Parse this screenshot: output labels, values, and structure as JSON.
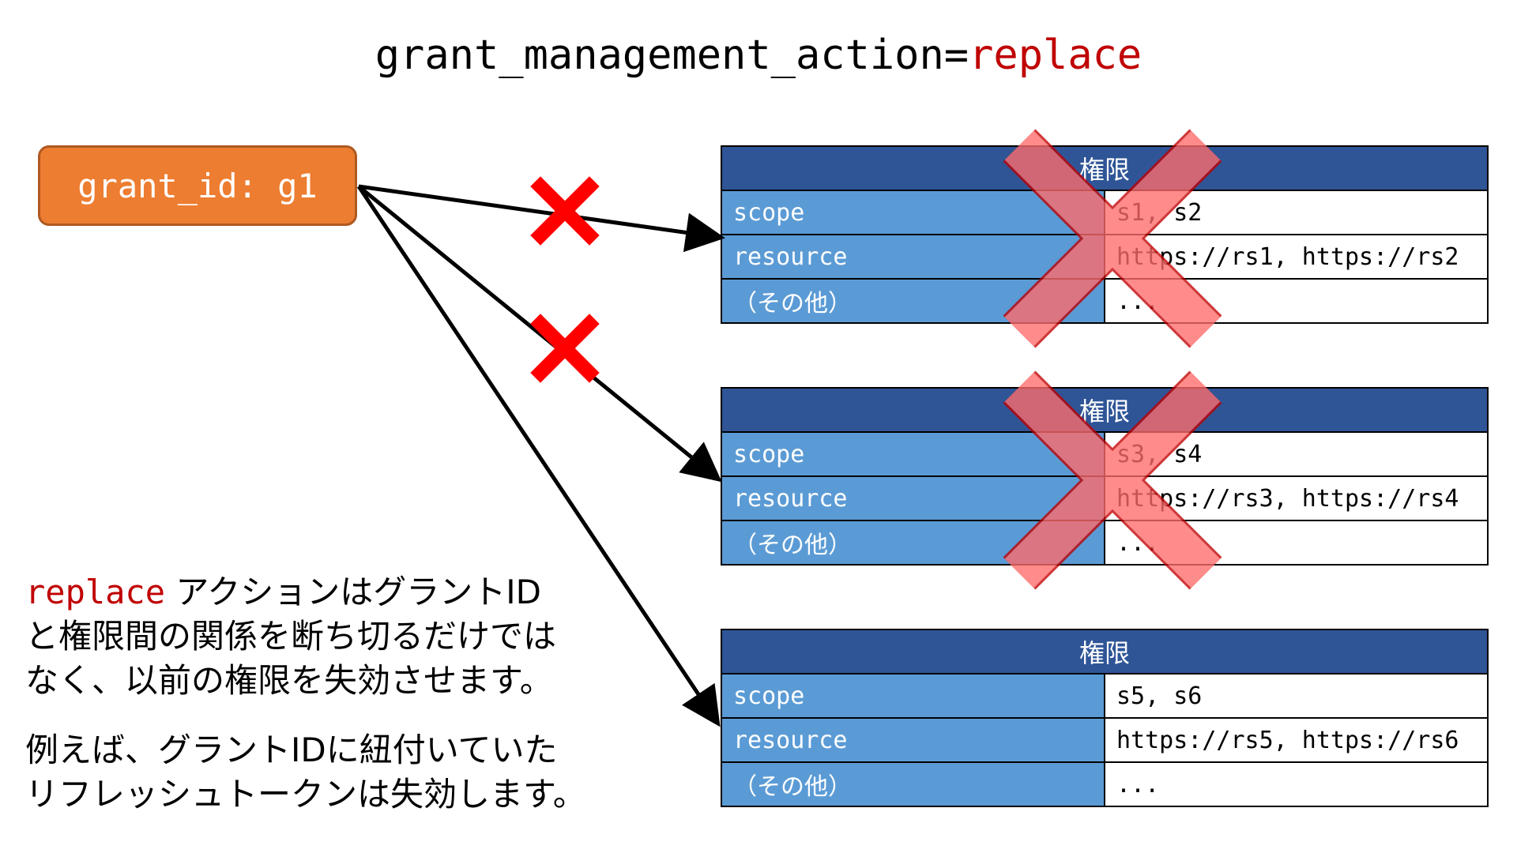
{
  "title": {
    "prefix": "grant_management_action=",
    "value": "replace"
  },
  "grant": {
    "label": "grant_id: g1"
  },
  "permissions": [
    {
      "header": "権限",
      "scope_key": "scope",
      "scope_value": "s1, s2",
      "resource_key": "resource",
      "resource_value": "https://rs1, https://rs2",
      "other_key": "（その他）",
      "other_value": "...",
      "revoked": true
    },
    {
      "header": "権限",
      "scope_key": "scope",
      "scope_value": "s3, s4",
      "resource_key": "resource",
      "resource_value": "https://rs3, https://rs4",
      "other_key": "（その他）",
      "other_value": "...",
      "revoked": true
    },
    {
      "header": "権限",
      "scope_key": "scope",
      "scope_value": "s5, s6",
      "resource_key": "resource",
      "resource_value": "https://rs5, https://rs6",
      "other_key": "（その他）",
      "other_value": "...",
      "revoked": false
    }
  ],
  "explanation": {
    "keyword": "replace",
    "line1_rest": " アクションはグラントID",
    "line2": "と権限間の関係を断ち切るだけでは",
    "line3": "なく、以前の権限を失効させます。",
    "line4": "例えば、グラントIDに紐付いていた",
    "line5": "リフレッシュトークンは失効します。"
  },
  "colors": {
    "accent_red": "#c00000",
    "grant_orange": "#ed7d31",
    "table_header": "#2f5597",
    "table_key": "#5b9bd5",
    "cross_red": "#ff0000",
    "revoke_overlay": "#ff6b6b"
  }
}
